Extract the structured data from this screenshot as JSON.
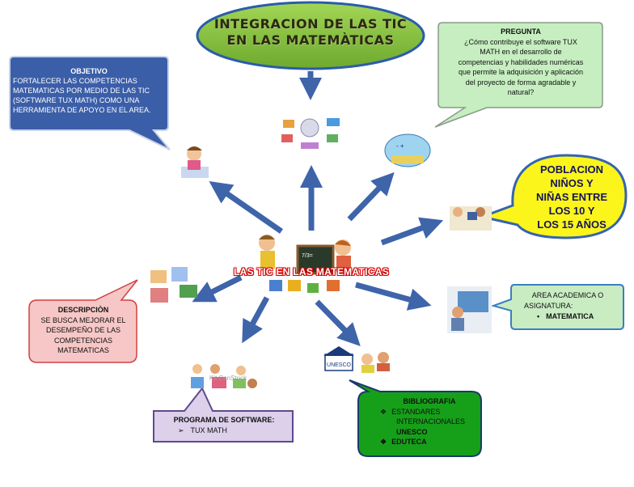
{
  "title": {
    "line1": "INTEGRACION DE LAS TIC",
    "line2": "EN LAS MATEMÀTICAS"
  },
  "center": {
    "label": "LAS TIC EN LAS MATEMATICAS"
  },
  "objetivo": {
    "heading": "OBJETIVO",
    "lines": [
      "FORTALECER LAS COMPETENCIAS",
      "MATEMATICAS POR MEDIO DE  LAS TIC",
      "(SOFTWARE TUX MATH)  COMO UNA",
      "HERRAMIENTA DE APOYO EN EL AREA."
    ],
    "color": "#3b5ea8"
  },
  "pregunta": {
    "heading": "PREGUNTA",
    "lines": [
      "¿Cómo contribuye el software TUX",
      "MATH  en el desarrollo de",
      "competencias y habilidades numéricas",
      "que permite la adquisición y aplicación",
      "del proyecto de forma agradable y",
      "natural?"
    ],
    "color": "#c6eec0"
  },
  "poblacion": {
    "lines": [
      "POBLACION",
      "NIÑOS Y",
      "NIÑAS ENTRE",
      "LOS 10  Y",
      "LOS 15 AÑOS"
    ],
    "color": "#fbf51c"
  },
  "area": {
    "lines": [
      "AREA ACADEMICA O",
      "ASIGNATURA:"
    ],
    "bullet": "MATEMATICA",
    "color": "#c9ecc2"
  },
  "descripcion": {
    "heading": "DESCRIPCIÒN",
    "lines": [
      "SE BUSCA MEJORAR EL",
      "DESEMPEÑO DE LAS",
      "COMPETENCIAS",
      "MATEMATICAS"
    ],
    "color": "#f6c7c6"
  },
  "programa": {
    "heading": "PROGRAMA DE SOFTWARE:",
    "bullet": "TUX MATH",
    "color": "#dcd0ea"
  },
  "bibliografia": {
    "heading": "BIBLIOGRAFIA",
    "items": [
      "ESTANDARES",
      "UNESCO",
      "EDUTECA"
    ],
    "item1_cont": "INTERNACIONALES",
    "color": "#16a01a"
  },
  "unesco": {
    "logo_text": "UNESCO"
  },
  "watermark": "Kit CanStock",
  "colors": {
    "arrow": "#3e64aa",
    "title_ellipse": "#8cc840"
  }
}
